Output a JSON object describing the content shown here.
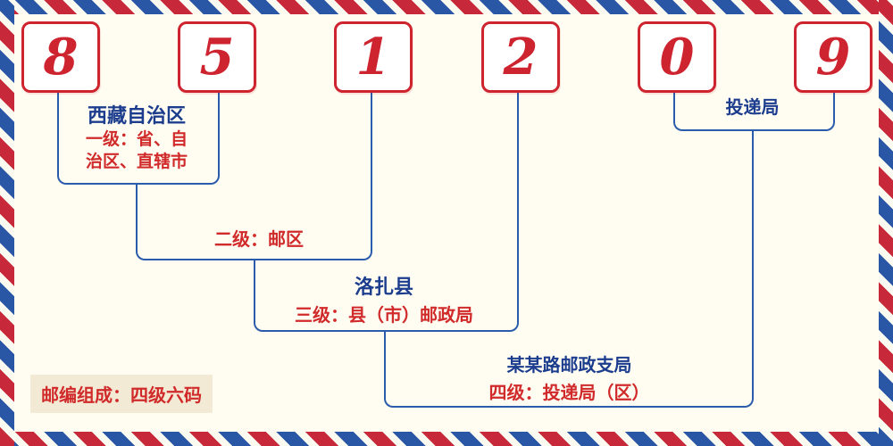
{
  "postal_code": {
    "digits": [
      "8",
      "5",
      "1",
      "2",
      "0",
      "9"
    ]
  },
  "levels": {
    "level1": {
      "title": "西藏自治区",
      "desc": "一级：省、自\n治区、直辖市"
    },
    "level2": {
      "desc": "二级：邮区"
    },
    "level3": {
      "title": "洛扎县",
      "desc": "三级：县（市）邮政局"
    },
    "level4": {
      "title": "某某路邮政支局",
      "desc": "四级：投递局（区）"
    },
    "delivery": {
      "title": "投递局"
    }
  },
  "footer": {
    "note": "邮编组成：四级六码"
  },
  "colors": {
    "digit_red": "#ce2430",
    "line_blue": "#2b5cab",
    "label_navy": "#1c3d8e",
    "label_red": "#d02a2a",
    "border_red": "#c8293a",
    "border_blue": "#2a57a5",
    "background": "#fffdf2",
    "note_background": "#f2ead4"
  }
}
